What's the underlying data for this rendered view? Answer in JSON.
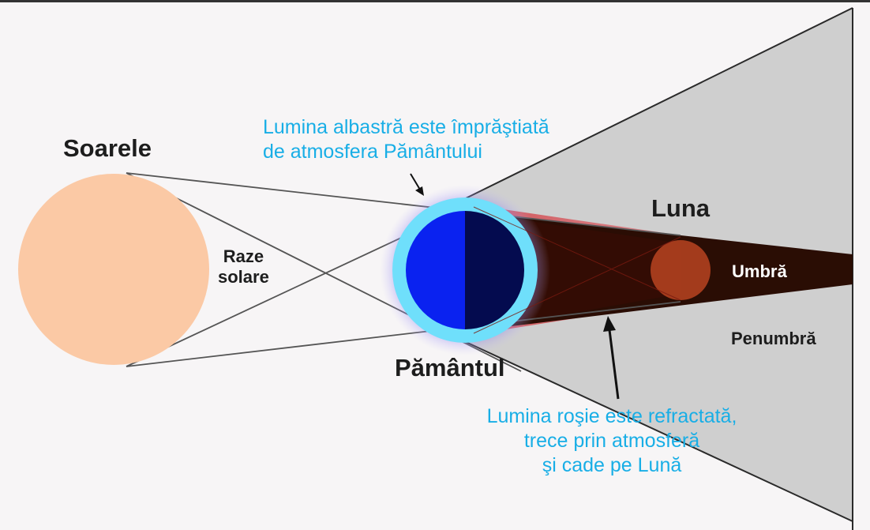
{
  "labels": {
    "sun": "Soarele",
    "rays_line1": "Raze",
    "rays_line2": "solare",
    "earth": "Pământul",
    "moon": "Luna",
    "umbra": "Umbră",
    "penumbra": "Penumbră",
    "blue_line1": "Lumina albastră este împrăştiată",
    "blue_line2": "de atmosfera Pământului",
    "red_line1": "Lumina roşie este refractată,",
    "red_line2": "trece prin atmosferă",
    "red_line3": "şi cade pe Lună"
  },
  "colors": {
    "sun": "#fbc9a5",
    "earth_day": "#0a22f0",
    "earth_night": "#040b4f",
    "atmosphere": "#6fdffb",
    "glow": "#6a5cf0",
    "penumbra_cone": "#cfcfcf",
    "umbra_cone": "#2a0d04",
    "red_light": "#c0262a",
    "moon": "#a7331c",
    "callout_text": "#18aee6"
  }
}
